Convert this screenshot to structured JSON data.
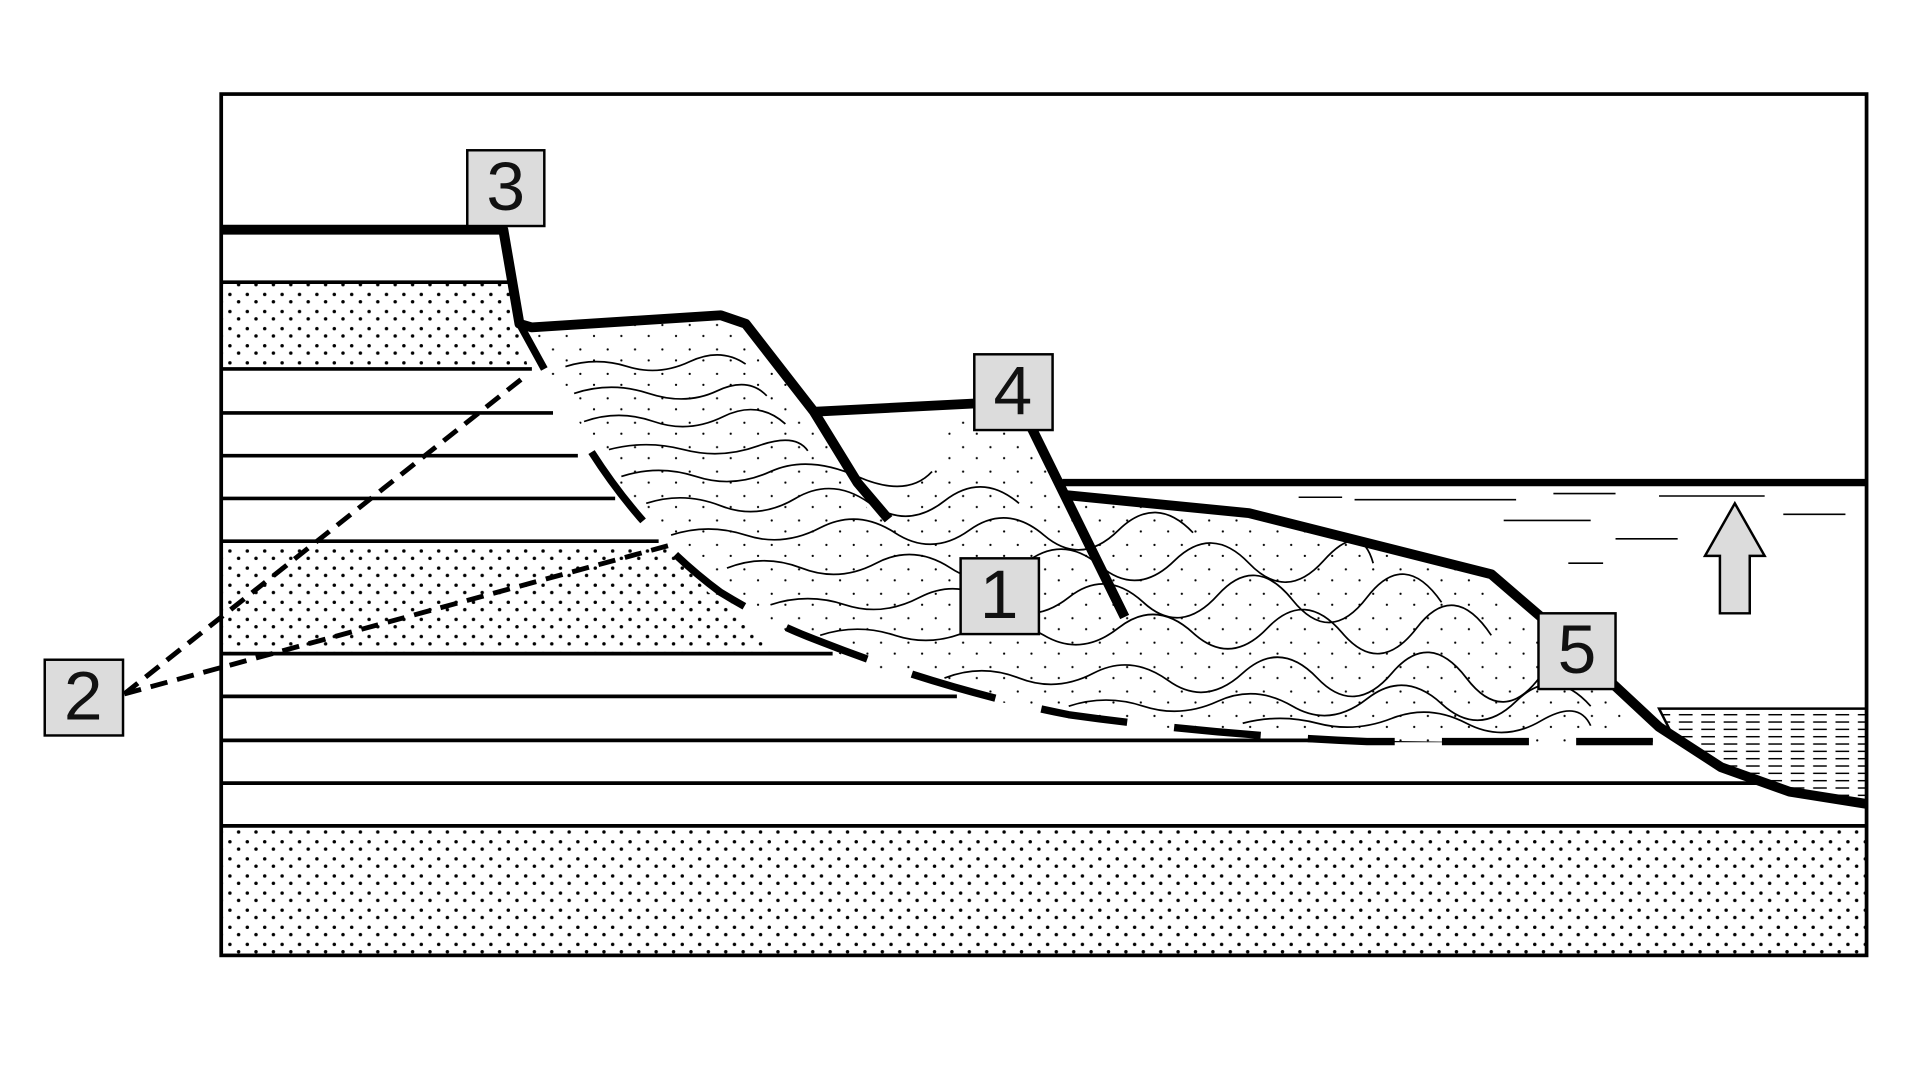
{
  "labels": {
    "one": "1",
    "two": "2",
    "three": "3",
    "four": "4",
    "five": "5"
  },
  "icons": {
    "uplift": "up-arrow-icon"
  },
  "colors": {
    "stroke": "#000000",
    "label_fill": "#dcdcdc",
    "arrow_fill": "#dcdcdc",
    "background": "#ffffff"
  }
}
